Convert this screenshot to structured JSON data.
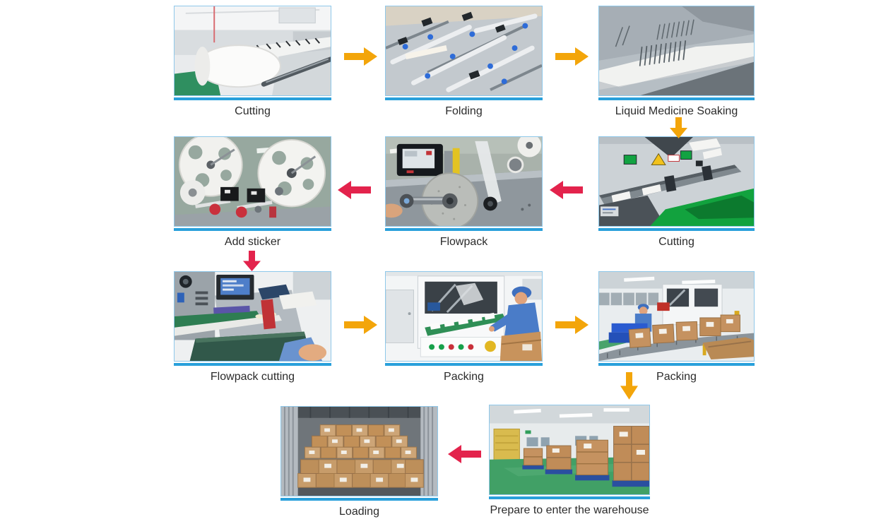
{
  "diagram_type": "production-process-flowchart",
  "steps": [
    {
      "id": "cutting-1",
      "label": "Cutting"
    },
    {
      "id": "folding",
      "label": "Folding"
    },
    {
      "id": "liquid-medicine-soaking",
      "label": "Liquid Medicine Soaking"
    },
    {
      "id": "add-sticker",
      "label": "Add sticker"
    },
    {
      "id": "flowpack",
      "label": "Flowpack"
    },
    {
      "id": "cutting-2",
      "label": "Cutting"
    },
    {
      "id": "flowpack-cutting",
      "label": "Flowpack cutting"
    },
    {
      "id": "packing-1",
      "label": "Packing"
    },
    {
      "id": "packing-2",
      "label": "Packing"
    },
    {
      "id": "loading",
      "label": "Loading"
    },
    {
      "id": "prepare-warehouse",
      "label": "Prepare to enter the warehouse"
    }
  ],
  "flow_sequence": [
    "Cutting",
    "Folding",
    "Liquid Medicine Soaking",
    "Cutting",
    "Flowpack",
    "Add sticker",
    "Flowpack cutting",
    "Packing",
    "Packing",
    "Prepare to enter the warehouse",
    "Loading"
  ],
  "arrows": [
    {
      "from": "cutting-1",
      "to": "folding",
      "direction": "right",
      "color": "#f3a50a"
    },
    {
      "from": "folding",
      "to": "liquid-medicine-soaking",
      "direction": "right",
      "color": "#f3a50a"
    },
    {
      "from": "liquid-medicine-soaking",
      "to": "cutting-2",
      "direction": "down",
      "color": "#f3a50a"
    },
    {
      "from": "cutting-2",
      "to": "flowpack",
      "direction": "left",
      "color": "#e3234c"
    },
    {
      "from": "flowpack",
      "to": "add-sticker",
      "direction": "left",
      "color": "#e3234c"
    },
    {
      "from": "add-sticker",
      "to": "flowpack-cutting",
      "direction": "down",
      "color": "#e3234c"
    },
    {
      "from": "flowpack-cutting",
      "to": "packing-1",
      "direction": "right",
      "color": "#f3a50a"
    },
    {
      "from": "packing-1",
      "to": "packing-2",
      "direction": "right",
      "color": "#f3a50a"
    },
    {
      "from": "packing-2",
      "to": "prepare-warehouse",
      "direction": "down",
      "color": "#f3a50a"
    },
    {
      "from": "prepare-warehouse",
      "to": "loading",
      "direction": "left",
      "color": "#e3234c"
    }
  ],
  "colors": {
    "arrow_forward_yellow": "#f3a50a",
    "arrow_backward_red": "#e3234c",
    "image_underline_blue": "#29a0db",
    "caption_text": "#2b2b2b",
    "background": "#ffffff"
  }
}
